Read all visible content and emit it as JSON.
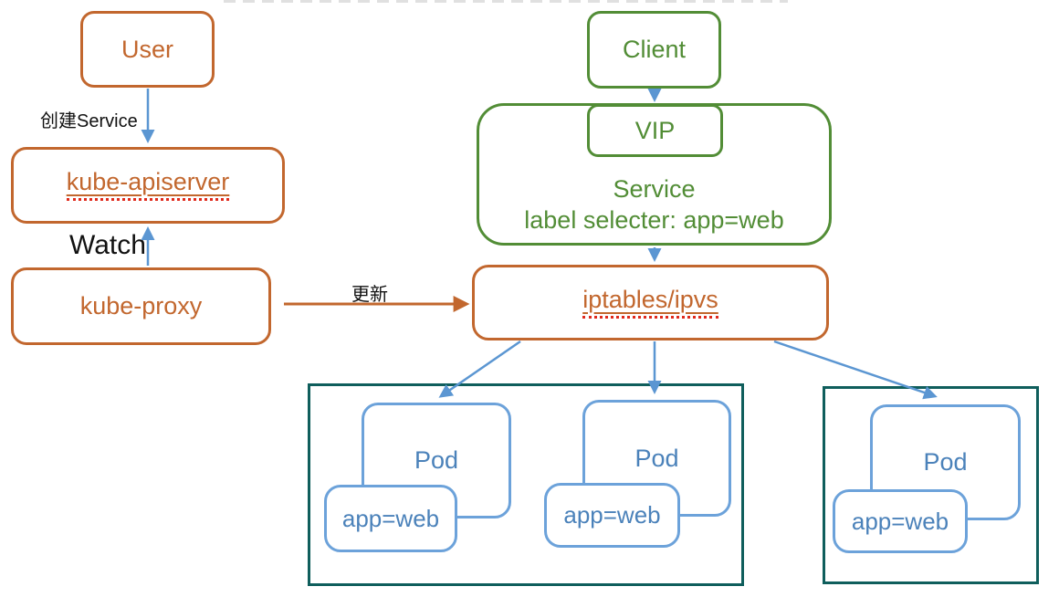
{
  "left_flow": {
    "user_label": "User",
    "create_service_label": "创建Service",
    "kube_apiserver_label": "kube-apiserver",
    "watch_label": "Watch",
    "kube_proxy_label": "kube-proxy",
    "update_label": "更新"
  },
  "service_flow": {
    "client_label": "Client",
    "vip_label": "VIP",
    "service_title": "Service",
    "service_selector": "label selecter: app=web",
    "iptables_label": "iptables/ipvs"
  },
  "pod_groups": [
    {
      "pods": [
        {
          "title": "Pod",
          "tag": "app=web"
        },
        {
          "title": "Pod",
          "tag": "app=web"
        }
      ]
    },
    {
      "pods": [
        {
          "title": "Pod",
          "tag": "app=web"
        }
      ]
    }
  ],
  "colors": {
    "orange": "#c2672e",
    "green": "#528d36",
    "pod_blue_border": "#6ca2da",
    "pod_blue_text": "#4b82ba",
    "arrow_blue": "#5b96d2",
    "group_teal": "#0f5e5c",
    "spellcheck_red": "#e02a1d",
    "label_black": "#111111"
  }
}
